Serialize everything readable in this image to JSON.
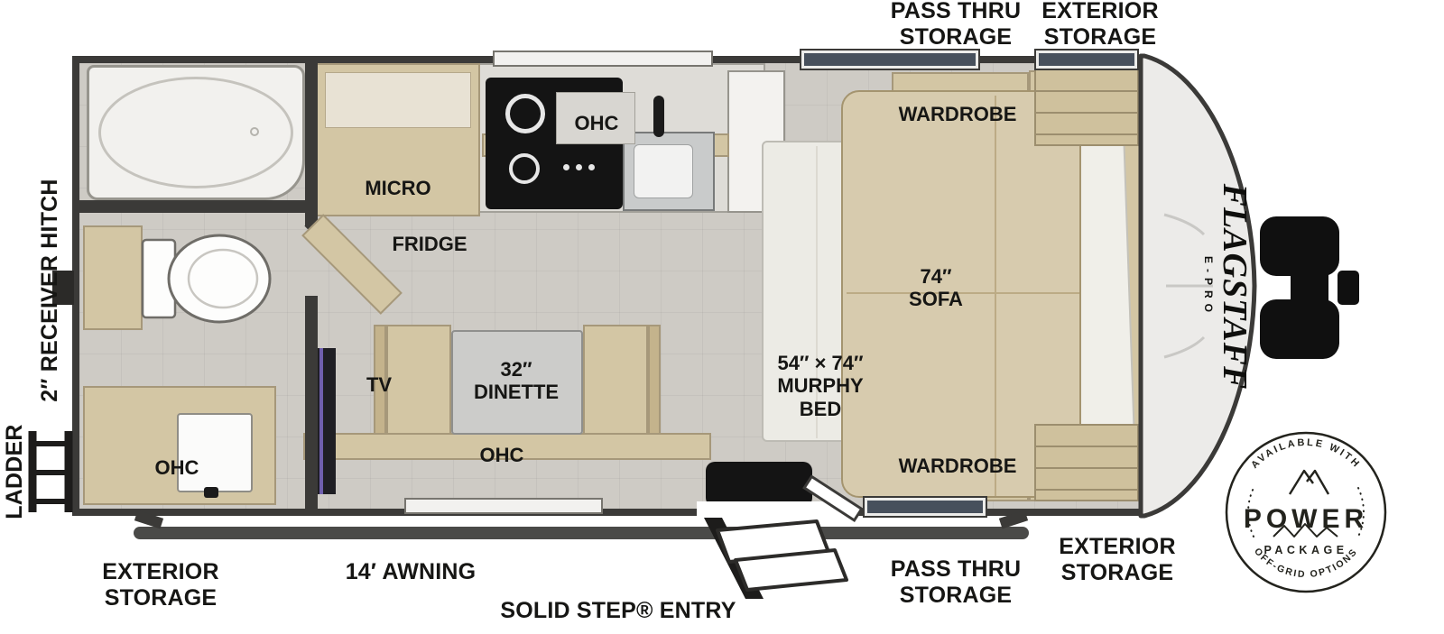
{
  "plan": {
    "exterior": {
      "pass_thru_storage": "PASS THRU\nSTORAGE",
      "exterior_storage": "EXTERIOR\nSTORAGE",
      "receiver_hitch": "2″ RECEIVER HITCH",
      "ladder": "LADDER",
      "awning": "14′ AWNING",
      "solid_step_entry": "SOLID STEP® ENTRY"
    },
    "interior": {
      "ohc": "OHC",
      "micro": "MICRO",
      "fridge": "FRIDGE",
      "wardrobe": "WARDROBE",
      "tv": "TV",
      "dinette": "32″\nDINETTE",
      "sofa": "74″\nSOFA",
      "murphy_bed": "54″ × 74″\nMURPHY\nBED"
    }
  },
  "branding": {
    "model": "FLAGSTAFF",
    "series": "E-PRO"
  },
  "badge": {
    "arc_top": "AVAILABLE WITH",
    "line1": "POWER",
    "line2": "PACKAGE",
    "arc_bottom": "OFF-GRID OPTIONS"
  },
  "colors": {
    "wall": "#3b3a38",
    "floor": "#cecbc5",
    "cabinet": "#d3c6a4",
    "sofa": "#d7cbae",
    "window": "#47505c",
    "appliance": "#141414"
  }
}
